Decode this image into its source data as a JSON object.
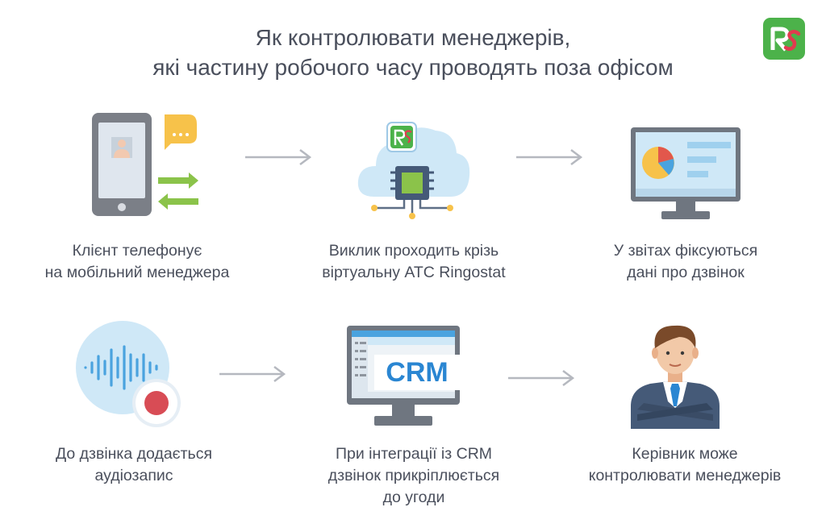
{
  "title": {
    "line1": "Як контролювати менеджерів,",
    "line2": "які частину робочого часу проводять поза офісом"
  },
  "logo": {
    "text": "RS",
    "color": "#4cb24a",
    "icon": "ringostat-logo"
  },
  "steps": [
    {
      "icon": "smartphone-call-icon",
      "lines": [
        "Клієнт телефонує",
        "на мобільний менеджера"
      ]
    },
    {
      "icon": "cloud-pbx-icon",
      "lines": [
        "Виклик проходить крізь",
        "віртуальну АТС Ringostat"
      ]
    },
    {
      "icon": "monitor-report-icon",
      "lines": [
        "У звітах фіксуються",
        "дані про дзвінок"
      ]
    },
    {
      "icon": "audio-record-icon",
      "lines": [
        "До дзвінка додається",
        "аудіозапис"
      ]
    },
    {
      "icon": "crm-monitor-icon",
      "crm_text": "CRM",
      "lines": [
        "При інтеграції із CRM",
        "дзвінок прикріплюється",
        "до угоди"
      ]
    },
    {
      "icon": "manager-icon",
      "lines": [
        "Керівник може",
        "контролювати менеджерів"
      ]
    }
  ],
  "colors": {
    "accent_green": "#4cb24a",
    "text": "#4a4f5c",
    "arrow": "#b5b8bf",
    "light_blue": "#cfe8f7"
  }
}
